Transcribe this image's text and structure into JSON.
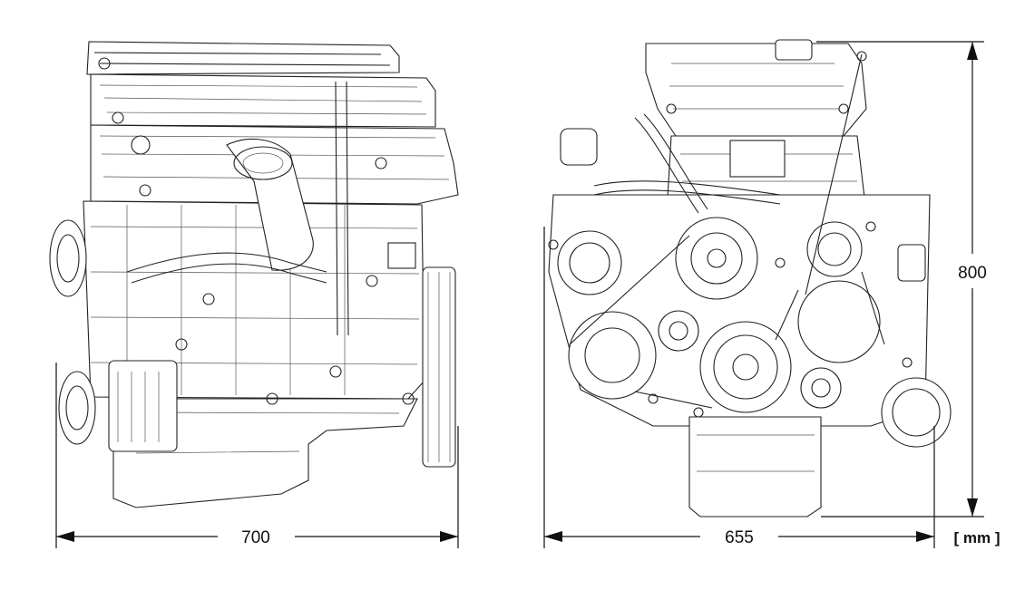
{
  "dimensions": {
    "side_length": {
      "value": 700,
      "label": "700"
    },
    "front_width": {
      "value": 655,
      "label": "655"
    },
    "height": {
      "value": 800,
      "label": "800"
    },
    "unit_label": "[ mm ]"
  },
  "colors": {
    "line": "#222222",
    "background": "#ffffff"
  }
}
